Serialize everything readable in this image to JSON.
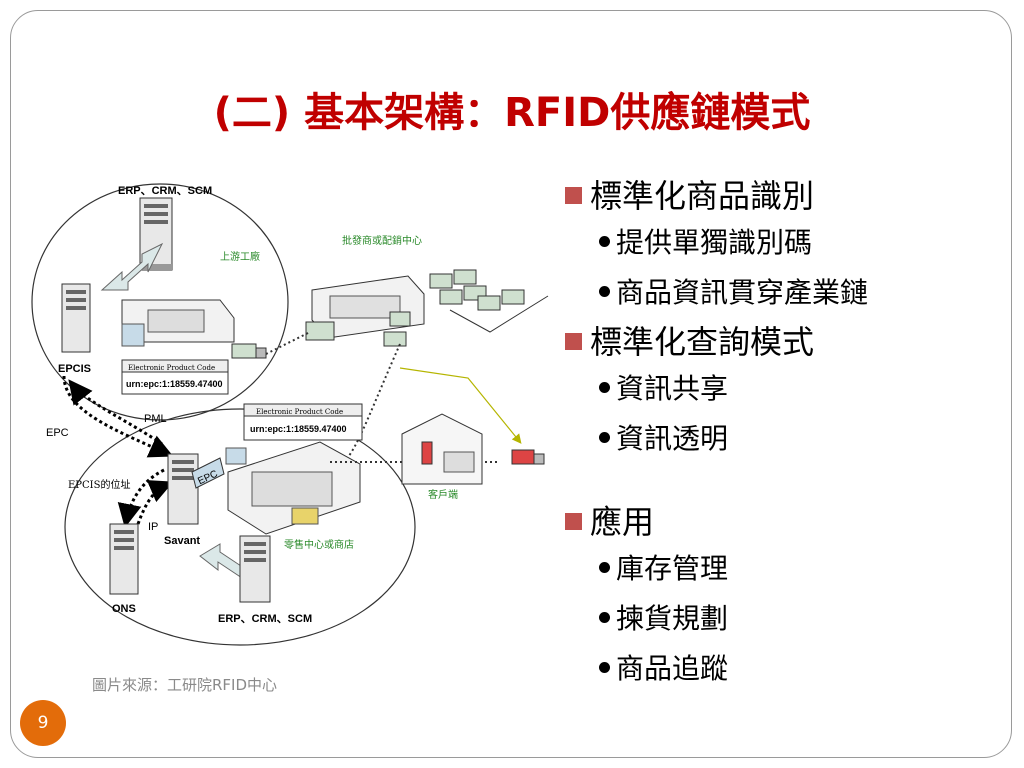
{
  "slide": {
    "title": "(二) 基本架構：RFID供應鏈模式",
    "source_caption": "圖片來源：工研院RFID中心",
    "page_number": "9",
    "accent_color": "#c00000",
    "bullet_color": "#c0504d",
    "page_badge_color": "#e36c0a"
  },
  "bullets": [
    {
      "label": "標準化商品識別",
      "sub": [
        "提供單獨識別碼",
        "商品資訊貫穿產業鏈"
      ]
    },
    {
      "label": "標準化查詢模式",
      "sub": [
        "資訊共享",
        "資訊透明"
      ]
    },
    {
      "label": "應用",
      "sub": [
        "庫存管理",
        "揀貨規劃",
        "商品追蹤"
      ]
    }
  ],
  "diagram": {
    "upstream_systems": "ERP、CRM、SCM",
    "upstream_factory": "上游工廠",
    "distribution_center": "批發商或配銷中心",
    "epcis": "EPCIS",
    "tag1_title": "Electronic Product Code",
    "tag1_code": "urn:epc:1:18559.47400",
    "tag2_title": "Electronic Product Code",
    "tag2_code": "urn:epc:1:18559.47400",
    "pml": "PML",
    "epc_left": "EPC",
    "epc_badge": "EPC",
    "epcis_address": "EPCIS的位址",
    "ip": "IP",
    "savant": "Savant",
    "ons": "ONS",
    "retail": "零售中心或商店",
    "customer": "客戶端",
    "downstream_systems": "ERP、CRM、SCM"
  }
}
